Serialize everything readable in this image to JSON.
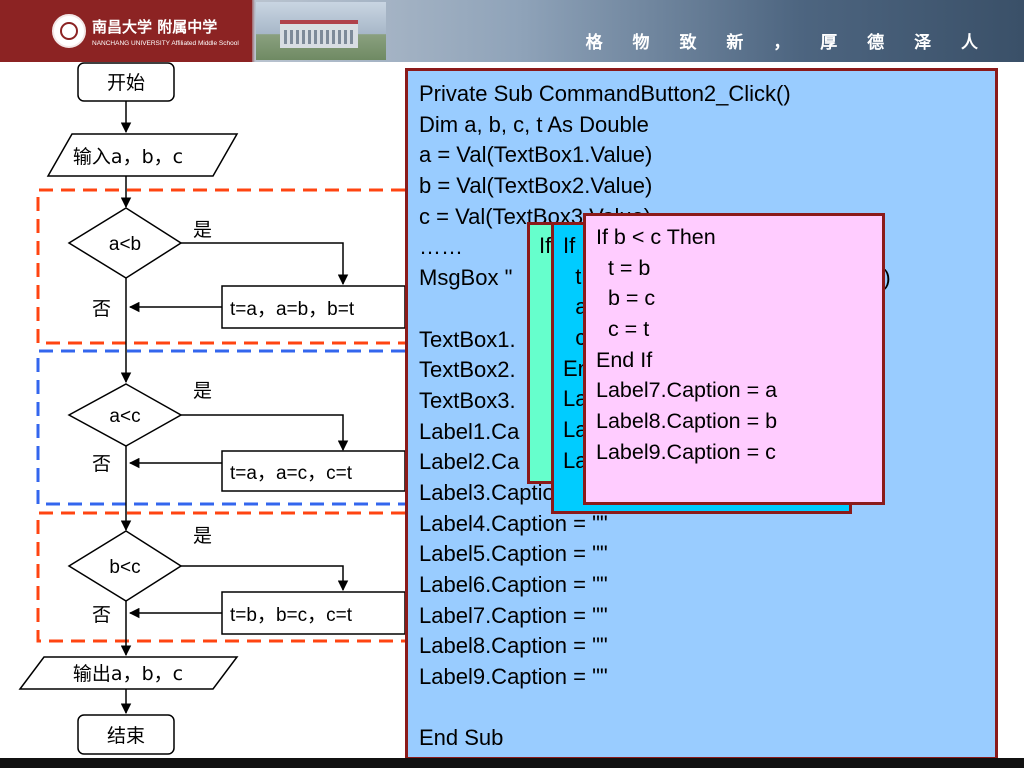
{
  "header": {
    "school_name": "南昌大学 附属中学",
    "school_subtitle": "NANCHANG UNIVERSITY Affiliated Middle School",
    "motto": "格 物 致 新 ， 厚 德 泽 人"
  },
  "flowchart": {
    "start": "开始",
    "input": "输入a，b，c",
    "decisions": [
      {
        "cond": "a<b",
        "yes": "是",
        "no": "否",
        "action": "t=a，a=b，b=t"
      },
      {
        "cond": "a<c",
        "yes": "是",
        "no": "否",
        "action": "t=a，a=c，c=t"
      },
      {
        "cond": "b<c",
        "yes": "是",
        "no": "否",
        "action": "t=b，b=c，c=t"
      }
    ],
    "output": "输出a，b，c",
    "end": "结束"
  },
  "code_main": [
    "Private Sub CommandButton2_Click()",
    "Dim a, b, c, t As Double",
    "a = Val(TextBox1.Value)",
    "b = Val(TextBox2.Value)",
    "c = Val(TextBox3.Value)",
    "……",
    "MsgBox \"                                                  + Str(c)",
    "",
    "TextBox1.",
    "TextBox2.",
    "TextBox3.",
    "Label1.Ca",
    "Label2.Ca",
    "Label3.Caption",
    "Label4.Caption = \"\"",
    "Label5.Caption = \"\"",
    "Label6.Caption = \"\"",
    "Label7.Caption = \"\"",
    "Label8.Caption = \"\"",
    "Label9.Caption = \"\"",
    "",
    "End Sub"
  ],
  "code_green": [
    "If",
    "",
    "",
    "",
    "",
    "",
    "",
    ""
  ],
  "code_cyan": [
    "If",
    "  t",
    "  a",
    "  c",
    "En",
    "La",
    "La",
    "La"
  ],
  "code_pink": [
    "If b < c Then",
    "  t = b",
    "  b = c",
    "  c = t",
    "End If",
    "Label7.Caption = a",
    "Label8.Caption = b",
    "Label9.Caption = c"
  ],
  "colors": {
    "header_red": "#8c2323",
    "main_panel": "#99ccff",
    "green_panel": "#66ffcc",
    "cyan_panel": "#00ccff",
    "pink_panel": "#ffccff",
    "panel_border": "#8b1a1a",
    "dash_red": "#ff4411",
    "dash_blue": "#3366ee"
  }
}
